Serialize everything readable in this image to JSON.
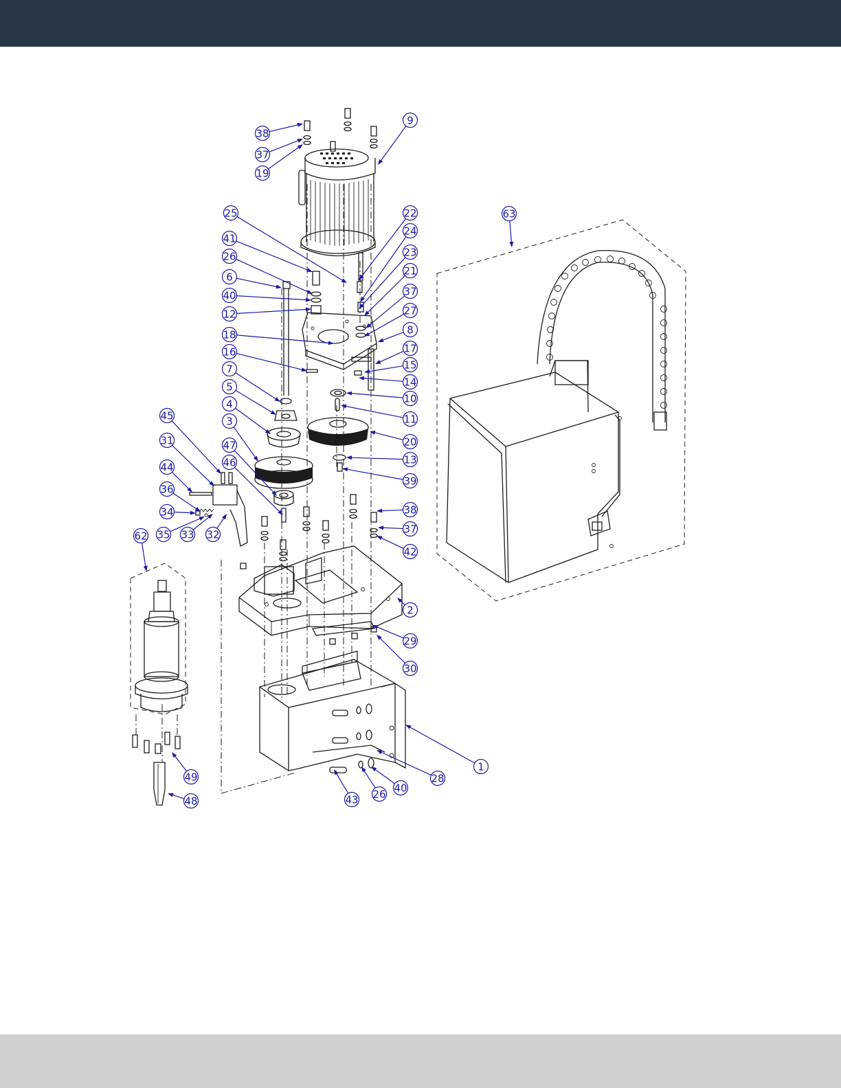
{
  "colors": {
    "header_bar": "#273746",
    "footer_bar": "#d0d0d0",
    "callout": "#1a1aa8",
    "linework": "#1c1c1c"
  },
  "callouts": [
    {
      "id": "c1",
      "label": "1"
    },
    {
      "id": "c2",
      "label": "2"
    },
    {
      "id": "c3",
      "label": "3"
    },
    {
      "id": "c4",
      "label": "4"
    },
    {
      "id": "c5",
      "label": "5"
    },
    {
      "id": "c6",
      "label": "6"
    },
    {
      "id": "c7",
      "label": "7"
    },
    {
      "id": "c8",
      "label": "8"
    },
    {
      "id": "c9",
      "label": "9"
    },
    {
      "id": "c10",
      "label": "10"
    },
    {
      "id": "c11",
      "label": "11"
    },
    {
      "id": "c12",
      "label": "12"
    },
    {
      "id": "c13",
      "label": "13"
    },
    {
      "id": "c14",
      "label": "14"
    },
    {
      "id": "c15",
      "label": "15"
    },
    {
      "id": "c16",
      "label": "16"
    },
    {
      "id": "c17",
      "label": "17"
    },
    {
      "id": "c18",
      "label": "18"
    },
    {
      "id": "c19",
      "label": "19"
    },
    {
      "id": "c20",
      "label": "20"
    },
    {
      "id": "c21",
      "label": "21"
    },
    {
      "id": "c22",
      "label": "22"
    },
    {
      "id": "c23",
      "label": "23"
    },
    {
      "id": "c24",
      "label": "24"
    },
    {
      "id": "c25",
      "label": "25"
    },
    {
      "id": "c26a",
      "label": "26"
    },
    {
      "id": "c26b",
      "label": "26"
    },
    {
      "id": "c27",
      "label": "27"
    },
    {
      "id": "c28",
      "label": "28"
    },
    {
      "id": "c29",
      "label": "29"
    },
    {
      "id": "c30",
      "label": "30"
    },
    {
      "id": "c31",
      "label": "31"
    },
    {
      "id": "c32",
      "label": "32"
    },
    {
      "id": "c33",
      "label": "33"
    },
    {
      "id": "c34",
      "label": "34"
    },
    {
      "id": "c35",
      "label": "35"
    },
    {
      "id": "c36",
      "label": "36"
    },
    {
      "id": "c37a",
      "label": "37"
    },
    {
      "id": "c37b",
      "label": "37"
    },
    {
      "id": "c37c",
      "label": "37"
    },
    {
      "id": "c38a",
      "label": "38"
    },
    {
      "id": "c38b",
      "label": "38"
    },
    {
      "id": "c39",
      "label": "39"
    },
    {
      "id": "c40a",
      "label": "40"
    },
    {
      "id": "c40b",
      "label": "40"
    },
    {
      "id": "c41",
      "label": "41"
    },
    {
      "id": "c42",
      "label": "42"
    },
    {
      "id": "c43",
      "label": "43"
    },
    {
      "id": "c44",
      "label": "44"
    },
    {
      "id": "c45",
      "label": "45"
    },
    {
      "id": "c46",
      "label": "46"
    },
    {
      "id": "c47",
      "label": "47"
    },
    {
      "id": "c48",
      "label": "48"
    },
    {
      "id": "c49",
      "label": "49"
    },
    {
      "id": "c62",
      "label": "62"
    },
    {
      "id": "c63",
      "label": "63"
    }
  ]
}
